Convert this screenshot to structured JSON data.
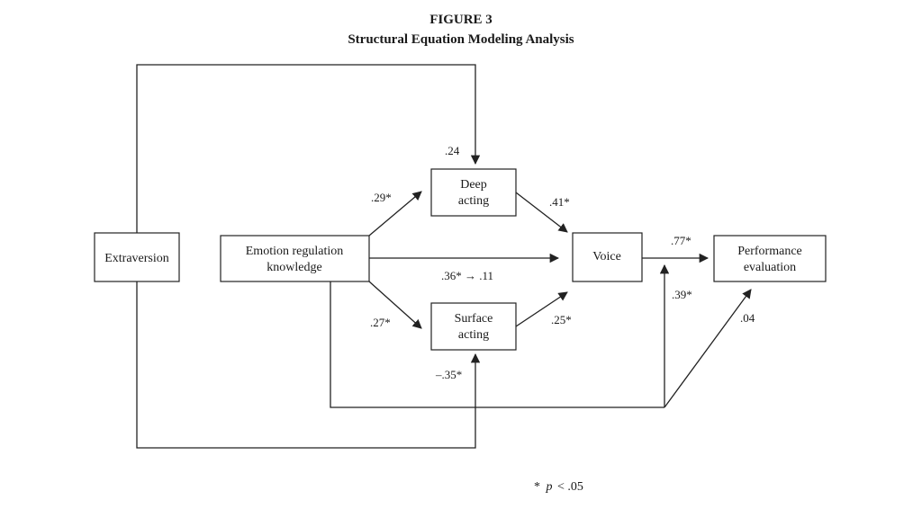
{
  "figure": {
    "number": "FIGURE 3",
    "title": "Structural Equation Modeling Analysis"
  },
  "nodes": {
    "extraversion": {
      "lines": [
        "Extraversion"
      ]
    },
    "emotion_regulation": {
      "lines": [
        "Emotion regulation",
        "knowledge"
      ]
    },
    "deep_acting": {
      "lines": [
        "Deep",
        "acting"
      ]
    },
    "surface_acting": {
      "lines": [
        "Surface",
        "acting"
      ]
    },
    "voice": {
      "lines": [
        "Voice"
      ]
    },
    "performance": {
      "lines": [
        "Performance",
        "evaluation"
      ]
    }
  },
  "paths": {
    "extraversion_to_deep": ".24",
    "erk_to_deep": ".29*",
    "erk_to_surface": ".27*",
    "erk_to_voice": ".36* → .11",
    "deep_to_voice": ".41*",
    "surface_to_voice": ".25*",
    "voice_to_performance": ".77*",
    "extraversion_to_surface": "–.35*",
    "erk_to_voice_performance_link": ".39*",
    "erk_to_performance": ".04"
  },
  "note": {
    "star": "*",
    "p": "p",
    "rest": "< .05"
  }
}
